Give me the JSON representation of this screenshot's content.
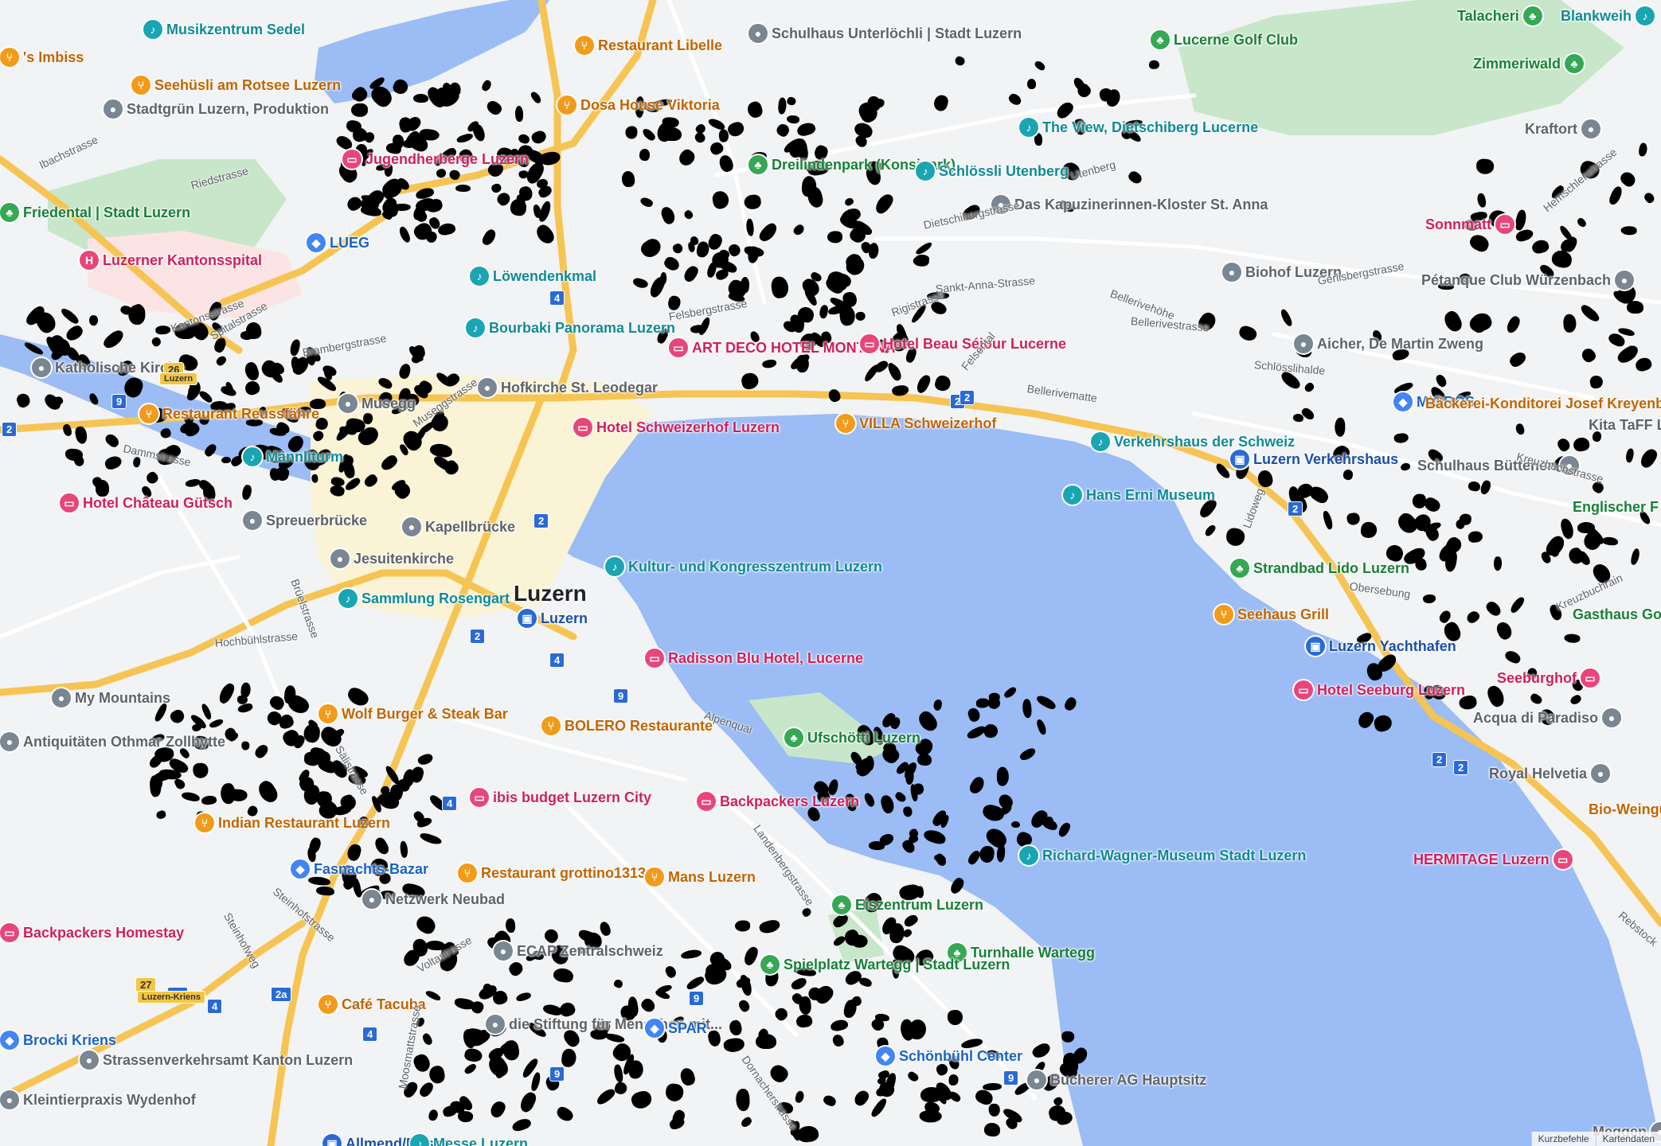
{
  "map": {
    "city_label": "Luzern",
    "colors": {
      "land": "#f1f3f4",
      "water": "#9bbcf5",
      "park": "#c8e6c9",
      "road_main": "#f9cf6a",
      "road": "#ffffff",
      "hospital": "#fce4e4",
      "oldtown": "#fbf3d5"
    },
    "pois": [
      {
        "label": "Musikzentrum Sedel",
        "cat": "culture",
        "icon": "music-icon"
      },
      {
        "label": "Restaurant Libelle",
        "cat": "food",
        "icon": "fork-knife-icon"
      },
      {
        "label": "Schulhaus Unterlöchli | Stadt Luzern",
        "cat": "place",
        "icon": "pin-icon"
      },
      {
        "label": "Lucerne Golf Club",
        "cat": "park",
        "icon": "golf-icon"
      },
      {
        "label": "Talacheri",
        "cat": "park",
        "icon": "park-icon"
      },
      {
        "label": "Blankweih",
        "cat": "culture",
        "icon": "building-icon"
      },
      {
        "label": "'s Imbiss",
        "cat": "food",
        "icon": "fork-knife-icon"
      },
      {
        "label": "Seehüsli am Rotsee Luzern",
        "cat": "food",
        "icon": "fork-knife-icon"
      },
      {
        "label": "Dosa House Viktoria",
        "cat": "food",
        "icon": "fork-knife-icon"
      },
      {
        "label": "Zimmeriwald",
        "cat": "park",
        "icon": "tree-icon"
      },
      {
        "label": "Stadtgrün Luzern, Produktion",
        "cat": "place",
        "icon": "pin-icon"
      },
      {
        "label": "Jugendherberge Luzern",
        "cat": "hotel",
        "icon": "bed-icon"
      },
      {
        "label": "Kraftort",
        "cat": "place",
        "icon": "pin-icon"
      },
      {
        "label": "The View, Dietschiberg Lucerne",
        "cat": "culture",
        "icon": "camera-icon"
      },
      {
        "label": "Dreilindenpark (Konsipark)",
        "cat": "park",
        "icon": "tree-icon"
      },
      {
        "label": "Schlössli Utenberg",
        "cat": "culture",
        "icon": "camera-icon"
      },
      {
        "label": "Friedental | Stadt Luzern",
        "cat": "park",
        "icon": "tree-icon"
      },
      {
        "label": "Das Kapuzinerinnen-Kloster St. Anna",
        "cat": "place",
        "icon": "church-icon"
      },
      {
        "label": "LUEG",
        "cat": "shop",
        "icon": "bag-icon"
      },
      {
        "label": "Sonnmatt",
        "cat": "hotel",
        "icon": "bed-icon"
      },
      {
        "label": "Luzerner Kantonsspital",
        "cat": "hospital",
        "icon": "hospital-icon"
      },
      {
        "label": "Löwendenkmal",
        "cat": "culture",
        "icon": "monument-icon"
      },
      {
        "label": "Biohof Luzern",
        "cat": "place",
        "icon": "pin-icon"
      },
      {
        "label": "Pétanque Club Würzenbach",
        "cat": "place",
        "icon": "pin-icon"
      },
      {
        "label": "Bourbaki Panorama Luzern",
        "cat": "culture",
        "icon": "museum-icon"
      },
      {
        "label": "ART DECO HOTEL MONTANA",
        "cat": "hotel",
        "icon": "bed-icon"
      },
      {
        "label": "Hotel Beau Séjour Lucerne",
        "cat": "hotel",
        "icon": "bed-icon"
      },
      {
        "label": "Katholische Kirche",
        "cat": "place",
        "icon": "church-icon"
      },
      {
        "label": "Aicher, De Martin Zweng",
        "cat": "place",
        "icon": "pin-icon"
      },
      {
        "label": "Hofkirche St. Leodegar",
        "cat": "place",
        "icon": "church-icon"
      },
      {
        "label": "Musegg",
        "cat": "place",
        "icon": "pin-icon"
      },
      {
        "label": "Restaurant Reussfähre",
        "cat": "food",
        "icon": "fork-knife-icon"
      },
      {
        "label": "MIGROS",
        "cat": "shop",
        "icon": "cart-icon"
      },
      {
        "label": "Bäckerei-Konditorei Josef Kreyenbühl",
        "cat": "food",
        "icon": "fork-knife-icon"
      },
      {
        "label": "Kita TaFF L",
        "cat": "place",
        "icon": "pin-icon"
      },
      {
        "label": "Hotel Schweizerhof Luzern",
        "cat": "hotel",
        "icon": "bed-icon"
      },
      {
        "label": "VILLA Schweizerhof",
        "cat": "food",
        "icon": "fork-knife-icon"
      },
      {
        "label": "Verkehrshaus der Schweiz",
        "cat": "culture",
        "icon": "museum-icon"
      },
      {
        "label": "Luzern Verkehrshaus",
        "cat": "transit",
        "icon": "train-icon"
      },
      {
        "label": "Männliturm",
        "cat": "culture",
        "icon": "monument-icon"
      },
      {
        "label": "Schulhaus Büttenen",
        "cat": "place",
        "icon": "pin-icon"
      },
      {
        "label": "Hotel Château Gütsch",
        "cat": "hotel",
        "icon": "bed-icon"
      },
      {
        "label": "Hans Erni Museum",
        "cat": "culture",
        "icon": "museum-icon"
      },
      {
        "label": "Englischer F",
        "cat": "park",
        "icon": "park-icon"
      },
      {
        "label": "Spreuerbrücke",
        "cat": "place",
        "icon": "pin-icon"
      },
      {
        "label": "Kapellbrücke",
        "cat": "place",
        "icon": "bridge-icon"
      },
      {
        "label": "Jesuitenkirche",
        "cat": "place",
        "icon": "church-icon"
      },
      {
        "label": "Kultur- und Kongresszentrum Luzern",
        "cat": "culture",
        "icon": "music-icon"
      },
      {
        "label": "Strandbad Lido Luzern",
        "cat": "park",
        "icon": "pin-icon"
      },
      {
        "label": "Sammlung Rosengart",
        "cat": "culture",
        "icon": "museum-icon"
      },
      {
        "label": "Luzern",
        "cat": "transit",
        "icon": "train-icon"
      },
      {
        "label": "Seehaus Grill",
        "cat": "food",
        "icon": "fork-knife-icon"
      },
      {
        "label": "Gasthaus Golfplatz",
        "cat": "park",
        "icon": "park-icon"
      },
      {
        "label": "Radisson Blu Hotel, Lucerne",
        "cat": "hotel",
        "icon": "bed-icon"
      },
      {
        "label": "Luzern Yachthafen",
        "cat": "transit",
        "icon": "boat-icon"
      },
      {
        "label": "Seeburghof",
        "cat": "hotel",
        "icon": "bed-icon"
      },
      {
        "label": "My Mountains",
        "cat": "place",
        "icon": "pin-icon"
      },
      {
        "label": "Hotel Seeburg Luzern",
        "cat": "hotel",
        "icon": "bed-icon"
      },
      {
        "label": "Wolf Burger & Steak Bar",
        "cat": "food",
        "icon": "fork-knife-icon"
      },
      {
        "label": "BOLERO Restaurante",
        "cat": "food",
        "icon": "fork-knife-icon"
      },
      {
        "label": "Acqua di Paradiso",
        "cat": "place",
        "icon": "pin-icon"
      },
      {
        "label": "Ufschötti Luzern",
        "cat": "park",
        "icon": "park-icon"
      },
      {
        "label": "Antiquitäten Othmar Zollhytte",
        "cat": "place",
        "icon": "pin-icon"
      },
      {
        "label": "Royal Helvetia",
        "cat": "place",
        "icon": "pin-icon"
      },
      {
        "label": "ibis budget Luzern City",
        "cat": "hotel",
        "icon": "bed-icon"
      },
      {
        "label": "Backpackers Luzern",
        "cat": "hotel",
        "icon": "bed-icon"
      },
      {
        "label": "Bio-Weingu",
        "cat": "food",
        "icon": "pin-icon"
      },
      {
        "label": "Indian Restaurant Luzern",
        "cat": "food",
        "icon": "fork-knife-icon"
      },
      {
        "label": "HERMITAGE Luzern",
        "cat": "hotel",
        "icon": "bed-icon"
      },
      {
        "label": "Fasnachts-Bazar",
        "cat": "shop",
        "icon": "bag-icon"
      },
      {
        "label": "Restaurant grottino1313",
        "cat": "food",
        "icon": "fork-knife-icon"
      },
      {
        "label": "Richard-Wagner-Museum Stadt Luzern",
        "cat": "culture",
        "icon": "museum-icon"
      },
      {
        "label": "Mans Luzern",
        "cat": "food",
        "icon": "fork-knife-icon"
      },
      {
        "label": "Netzwerk Neubad",
        "cat": "place",
        "icon": "pin-icon"
      },
      {
        "label": "Eiszentrum Luzern",
        "cat": "park",
        "icon": "pin-icon"
      },
      {
        "label": "Backpackers Homestay",
        "cat": "hotel",
        "icon": "bed-icon"
      },
      {
        "label": "ECAP Zentralschweiz",
        "cat": "place",
        "icon": "pin-icon"
      },
      {
        "label": "Turnhalle Wartegg",
        "cat": "park",
        "icon": "pin-icon"
      },
      {
        "label": "Spielplatz Wartegg | Stadt Luzern",
        "cat": "park",
        "icon": "tree-icon"
      },
      {
        "label": "Café Tacuba",
        "cat": "food",
        "icon": "coffee-icon"
      },
      {
        "label": "Brocki Kriens",
        "cat": "shop",
        "icon": "bag-icon"
      },
      {
        "label": "die Stiftung für Menschen mit...",
        "cat": "place",
        "icon": "pin-icon"
      },
      {
        "label": "SPAR",
        "cat": "shop",
        "icon": "cart-icon"
      },
      {
        "label": "Schönbühl Center",
        "cat": "shop",
        "icon": "bag-icon"
      },
      {
        "label": "Strassenverkehrsamt Kanton Luzern",
        "cat": "place",
        "icon": "building-icon"
      },
      {
        "label": "Bucherer AG Hauptsitz",
        "cat": "place",
        "icon": "pin-icon"
      },
      {
        "label": "Kleintierpraxis Wydenhof",
        "cat": "place",
        "icon": "pin-icon"
      },
      {
        "label": "Allmend/Messe",
        "cat": "transit",
        "icon": "train-icon"
      },
      {
        "label": "Messe Luzern",
        "cat": "culture",
        "icon": "museum-icon"
      },
      {
        "label": "Meggen",
        "cat": "place",
        "icon": "pin-icon"
      }
    ],
    "streets": [
      "Ibachstrasse",
      "Riedstrasse",
      "Spitalstrasse",
      "Kantonsstrasse",
      "Brambergstrasse",
      "Museggstrasse",
      "Dammstrasse",
      "Brüelstrasse",
      "Hochbühlstrasse",
      "Sälistrasse",
      "Steinhofstrasse",
      "Voltastrasse",
      "Moosmattstrasse",
      "Alpenquai",
      "Landenbergstrasse",
      "Felsbergstrasse",
      "Rigistrasse",
      "Sankt-Anna-Strasse",
      "Bellerivehöhe",
      "Bellerivestrasse",
      "Schlösslihalde",
      "Kreuzbuchstrasse",
      "Dietschibergstrasse",
      "Gerlisbergstrasse",
      "Hemschlenstrasse",
      "Utenberg",
      "Lidoweg",
      "Obersebung",
      "Rebstock",
      "Dornacherstrasse",
      "Kreuzbuchrain",
      "Bellerivematte",
      "Felsental",
      "Steinhofweg"
    ],
    "road_shields": [
      "2",
      "2",
      "2",
      "2",
      "2",
      "2",
      "2",
      "2",
      "4",
      "4",
      "4",
      "4",
      "4",
      "9",
      "9",
      "9",
      "9",
      "9",
      "26",
      "27",
      "2a",
      "2a"
    ],
    "shield_labels": [
      "Luzern",
      "Luzern-Kriens"
    ],
    "footer": [
      "Kurzbefehle",
      "Kartendaten"
    ]
  }
}
